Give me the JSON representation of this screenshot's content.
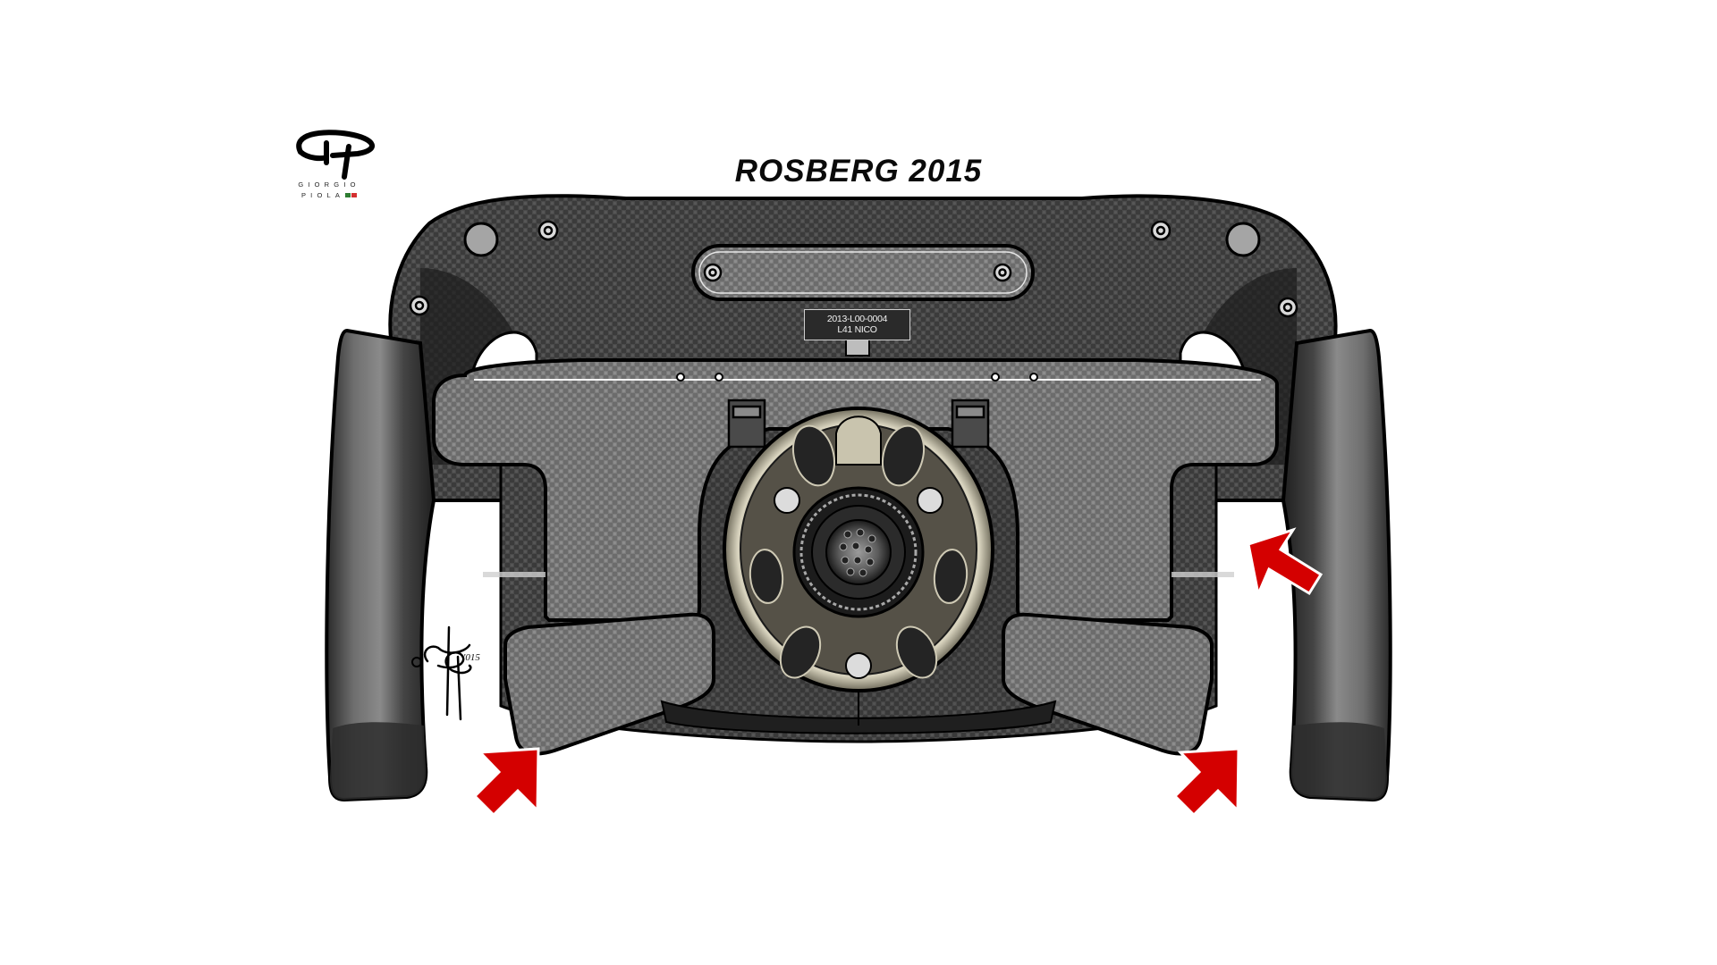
{
  "title": "ROSBERG 2015",
  "logo": {
    "mark": "GP",
    "line1": "GIORGIO",
    "line2": "PIOLA",
    "flag_colors": [
      "#2e7d32",
      "#d32f2f"
    ]
  },
  "serial_plate": {
    "line1": "2013-L00-0004",
    "line2": "L41 NICO"
  },
  "signature": {
    "text": "©",
    "year": "'015"
  },
  "annotations": {
    "arrow_color": "#d40000",
    "arrows": [
      {
        "id": "arrow-bottom-left-paddle",
        "points_to": "left lower paddle"
      },
      {
        "id": "arrow-bottom-right-paddle",
        "points_to": "right lower paddle"
      },
      {
        "id": "arrow-right-upper-paddle",
        "points_to": "right upper paddle"
      }
    ]
  },
  "colors": {
    "background": "#ffffff",
    "carbon_dark": "#2b2b2b",
    "carbon_mid": "#5a5a5a",
    "carbon_light": "#8a8a8a",
    "grip": "#3a3a3a",
    "hub_metal": "#b8b39a",
    "outline": "#000000"
  }
}
